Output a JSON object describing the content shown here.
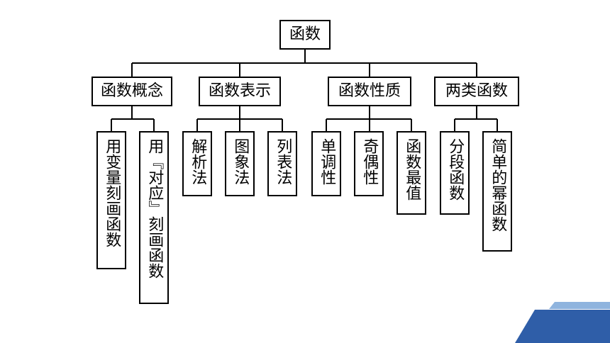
{
  "root": {
    "label": "函数"
  },
  "categories": [
    {
      "label": "函数概念",
      "children": [
        "用变量刻画函数",
        "用『对应』刻画函数"
      ]
    },
    {
      "label": "函数表示",
      "children": [
        "解析法",
        "图象法",
        "列表法"
      ]
    },
    {
      "label": "函数性质",
      "children": [
        "单调性",
        "奇偶性",
        "函数最值"
      ]
    },
    {
      "label": "两类函数",
      "children": [
        "分段函数",
        "简单的幂函数"
      ]
    }
  ],
  "colors": {
    "deco_dark": "#2f5ea8",
    "deco_light": "#8fb4de"
  }
}
